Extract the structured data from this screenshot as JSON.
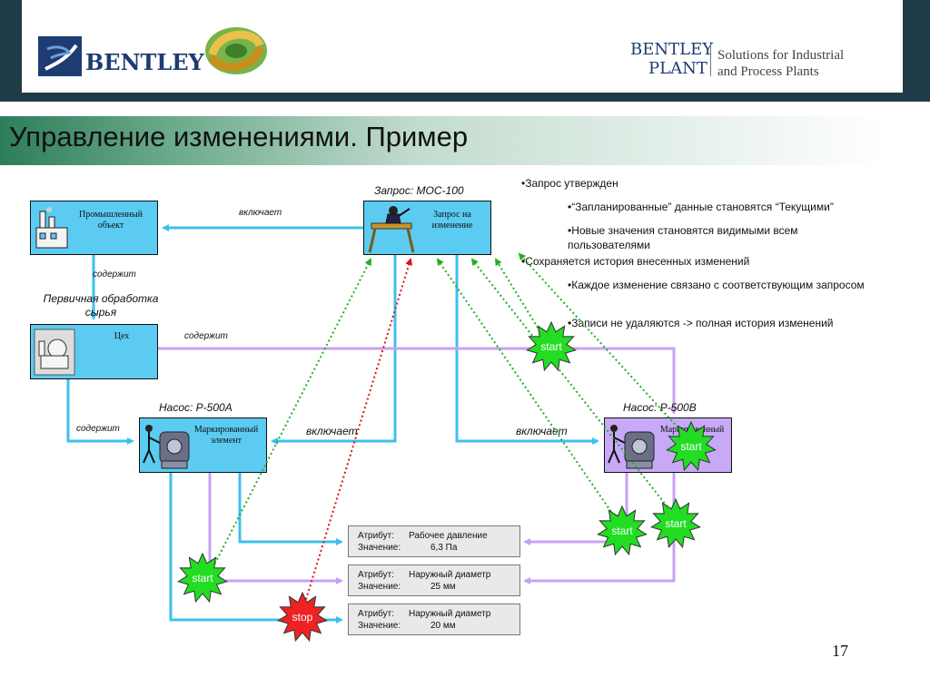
{
  "header": {
    "bentley_logo_text": "BENTLEY",
    "plant_logo_line1": "BENTLEY",
    "plant_logo_line2": "PLANT",
    "solutions_line1": "Solutions for Industrial",
    "solutions_line2": "and Process Plants"
  },
  "slide": {
    "title": "Управление изменениями. Пример",
    "page_number": "17"
  },
  "boxes": {
    "facility": "Промышленный объект",
    "workshop": "Цех",
    "change_request": "Запрос на изменение",
    "pump_a_box": "Маркированный элемент",
    "pump_b_box": "Маркированный"
  },
  "labels": {
    "request_title": "Запрос: MOC-100",
    "includes_top": "включает",
    "contains_1": "содержит",
    "primary_processing": "Первичная обработка сырья",
    "contains_2": "содержит",
    "pump_a_title": "Насос: P-500A",
    "pump_b_title": "Насос: P-500B",
    "contains_3": "содержит",
    "includes_a": "включает",
    "includes_b": "включает"
  },
  "attributes": [
    {
      "attr_key": "Атрибут:",
      "attr_val": "Рабочее давление",
      "val_key": "Значение:",
      "value": "6,3 Па"
    },
    {
      "attr_key": "Атрибут:",
      "attr_val": "Наружный диаметр",
      "val_key": "Значение:",
      "value": "25 мм"
    },
    {
      "attr_key": "Атрибут:",
      "attr_val": "Наружный диаметр",
      "val_key": "Значение:",
      "value": "20 мм"
    }
  ],
  "bullets": {
    "b1": "•Запрос утвержден",
    "b2": "•“Запланированные” данные становятся “Текущими”",
    "b3": "•Новые значения становятся видимыми всем пользователями",
    "b4": "•Сохраняется история внесенных изменений",
    "b5": "•Каждое изменение связано с соответствующим запросом",
    "b6": "•Записи не удаляются -> полная история изменений"
  },
  "badges": {
    "start": "start",
    "stop": "stop"
  },
  "colors": {
    "box_blue": "#5bcbf2",
    "box_violet": "#c7a9f7",
    "line_blue": "#3cc0ee",
    "line_violet": "#c9a0f5",
    "dot_green": "#22b022",
    "dot_red": "#e01010",
    "badge_green": "#22dd22",
    "badge_red": "#ee2222"
  }
}
